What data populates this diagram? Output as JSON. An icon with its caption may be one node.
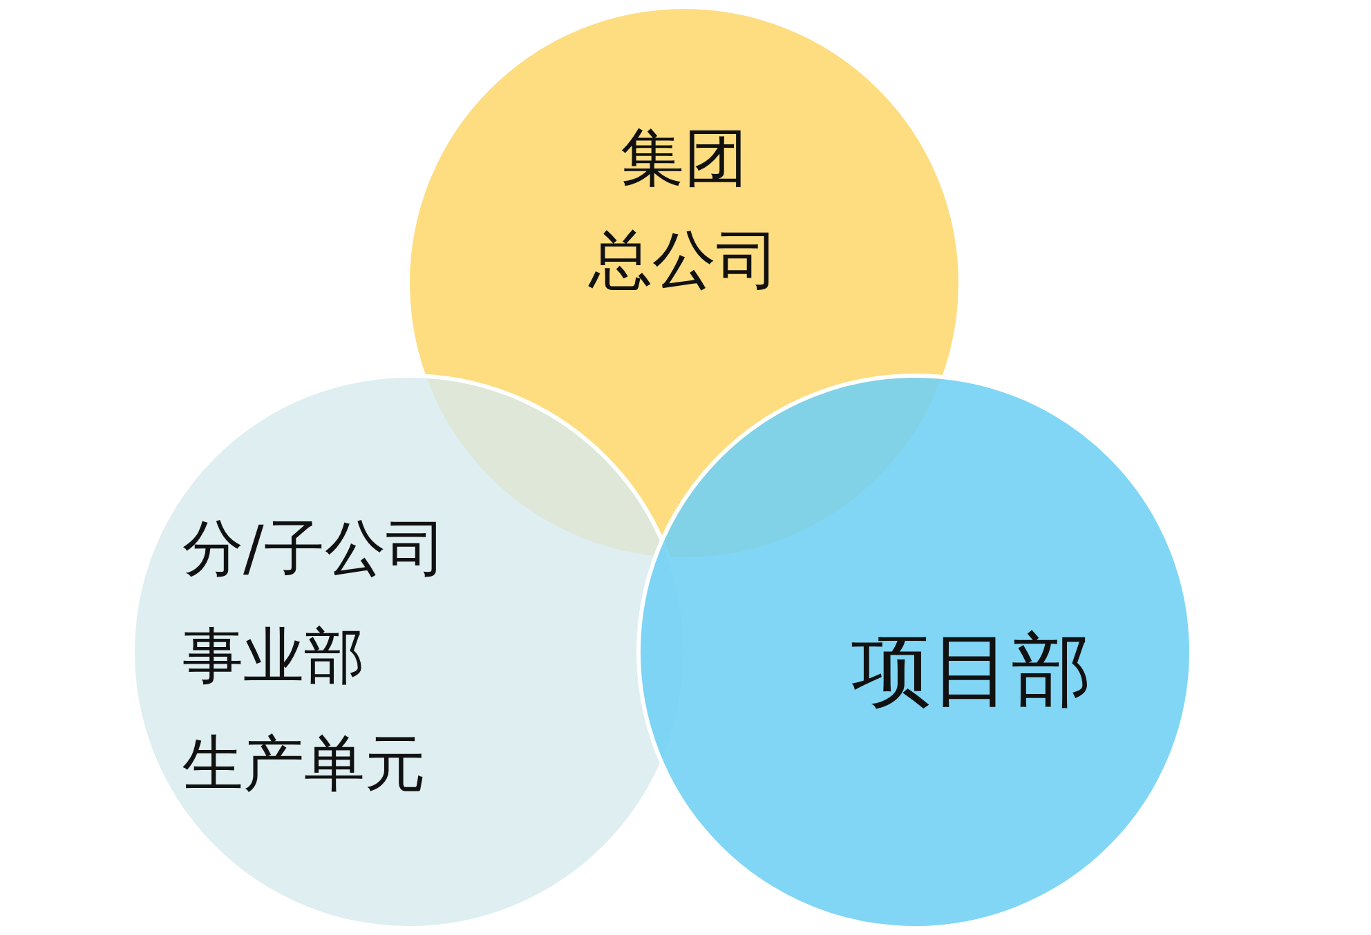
{
  "diagram": {
    "nodes": [
      {
        "text": [
          "集团",
          "总公司"
        ]
      },
      {
        "text": [
          "分/子公司",
          "事业部",
          "生产单元"
        ]
      },
      {
        "text": [
          "项目部"
        ]
      }
    ]
  }
}
